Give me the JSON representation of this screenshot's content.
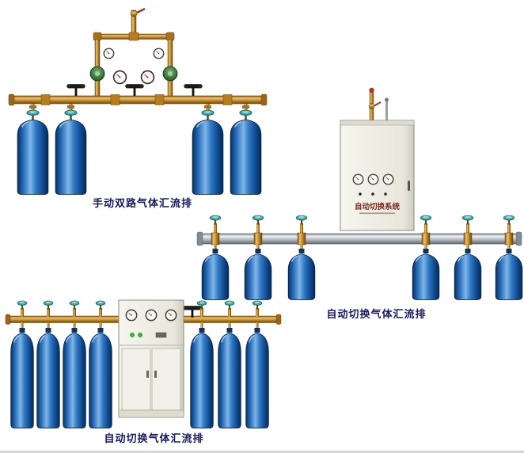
{
  "products": [
    {
      "caption": "手动双路气体汇流排"
    },
    {
      "caption": "自动切换气体汇流排",
      "panel_title": "自动切换系统"
    },
    {
      "caption": "自动切换气体汇流排"
    }
  ],
  "colors": {
    "cylinder_blue": "#1f66b0",
    "cylinder_highlight": "#7fb6e6",
    "valve_teal": "#2fa0a8",
    "pipe_brass": "#c08a28",
    "rail_silver": "#b9c1c7",
    "cabinet_body": "#efeee6",
    "panel_text": "#7a2a20",
    "caption_text": "#1a1a5e",
    "background": "#ffffff"
  }
}
